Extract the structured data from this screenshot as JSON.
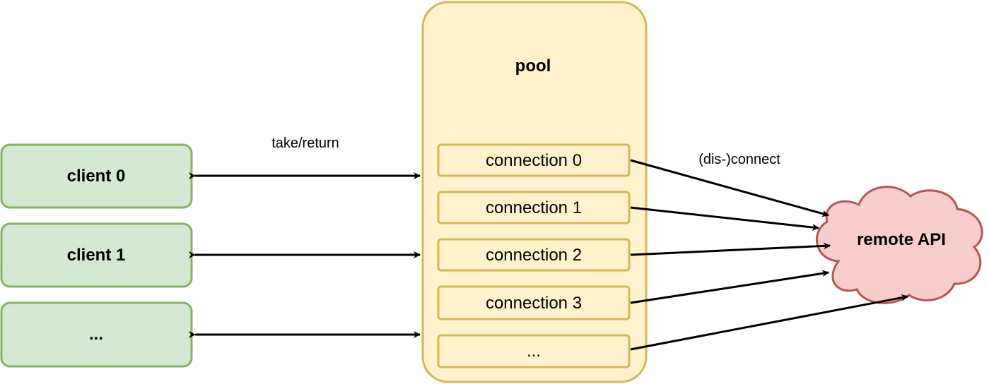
{
  "pool": {
    "label": "pool",
    "connections": [
      {
        "label": "connection 0"
      },
      {
        "label": "connection 1"
      },
      {
        "label": "connection 2"
      },
      {
        "label": "connection 3"
      },
      {
        "label": "..."
      }
    ]
  },
  "clients": [
    {
      "label": "client 0"
    },
    {
      "label": "client 1"
    },
    {
      "label": "..."
    }
  ],
  "remote": {
    "label": "remote API"
  },
  "edges": {
    "take_return_label": "take/return",
    "connect_label": "(dis-)connect"
  },
  "colors": {
    "client_fill": "#d5e8d4",
    "client_stroke": "#82b366",
    "pool_fill": "#fff2cc",
    "pool_stroke": "#d6b656",
    "remote_fill": "#f8cecc",
    "remote_stroke": "#b85450",
    "edge": "#000000"
  }
}
